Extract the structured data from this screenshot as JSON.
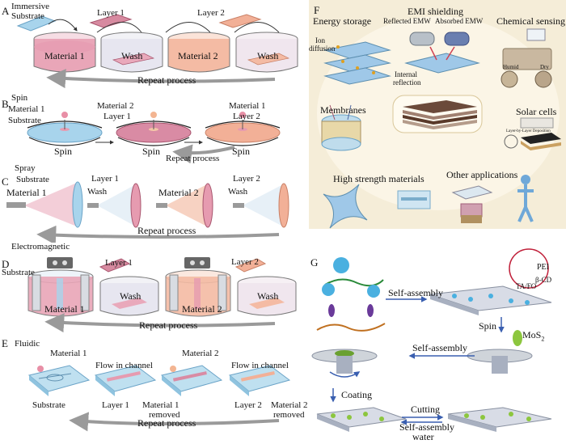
{
  "panelA": {
    "letter": "A",
    "immersive": "Immersive",
    "substrate": "Substrate",
    "layer1": "Layer 1",
    "layer2": "Layer 2",
    "beaker1": "Material 1",
    "beaker2": "Wash",
    "beaker3": "Material 2",
    "beaker4": "Wash",
    "repeat": "Repeat process"
  },
  "panelB": {
    "letter": "B",
    "spin_title": "Spin",
    "material1": "Material 1",
    "substrate": "Substrate",
    "material2": "Material 2",
    "layer1": "Layer 1",
    "material1b": "Material 1",
    "layer2": "Layer 2",
    "spin1": "Spin",
    "spin2": "Spin",
    "spin3": "Spin",
    "repeat": "Repeat process"
  },
  "panelC": {
    "letter": "C",
    "spray_title": "Spray",
    "substrate": "Substrate",
    "material1": "Material 1",
    "layer1": "Layer 1",
    "wash1": "Wash",
    "material2": "Material 2",
    "layer2": "Layer 2",
    "wash2": "Wash",
    "repeat": "Repeat process"
  },
  "panelD": {
    "letter": "D",
    "title": "Electromagnetic",
    "substrate": "Substrate",
    "layer1": "Layer 1",
    "layer2": "Layer 2",
    "beaker1": "Material 1",
    "beaker2": "Wash",
    "beaker3": "Material 2",
    "beaker4": "Wash",
    "repeat": "Repeat process"
  },
  "panelE": {
    "letter": "E",
    "title": "Fluidic",
    "material1": "Material 1",
    "flow1": "Flow in channel",
    "material2": "Material 2",
    "flow2": "Flow in channel",
    "substrate": "Substrate",
    "layer1": "Layer 1",
    "mat1removed_a": "Material 1",
    "mat1removed_b": "removed",
    "layer2": "Layer 2",
    "mat2removed_a": "Material 2",
    "mat2removed_b": "removed",
    "repeat": "Repeat process"
  },
  "panelF": {
    "letter": "F",
    "energy": "Energy storage",
    "ion": "Ion",
    "diffusion": "diffusion",
    "emi": "EMI shielding",
    "reflected": "Reflected EMW",
    "absorbed": "Absorbed EMW",
    "internal": "Internal",
    "reflection": "reflection",
    "chemical": "Chemical sensing",
    "humid": "Humid",
    "dry": "Dry",
    "membranes": "Membranes",
    "solar": "Solar cells",
    "lbl_device": "Layer-by-Layer Deposition",
    "strength": "High strength materials",
    "other": "Other applications"
  },
  "panelG": {
    "letter": "G",
    "self_assembly1": "Self-assembly",
    "pei": "PEI",
    "pcd": "β-CD",
    "tafo": "TA/FO",
    "spin": "Spin",
    "mos2": "MoS",
    "mos2_sub": "2",
    "self_assembly2": "Self-assembly",
    "coating": "Coating",
    "cutting": "Cutting",
    "self_assembly_water": "Self-assembly",
    "water": "water"
  },
  "colors": {
    "pink": "#e8a3b4",
    "salmon": "#f2b49a",
    "blue": "#9fcbe6",
    "grey_arrow": "#9a9a9a",
    "mustard": "#f3e8c8"
  }
}
